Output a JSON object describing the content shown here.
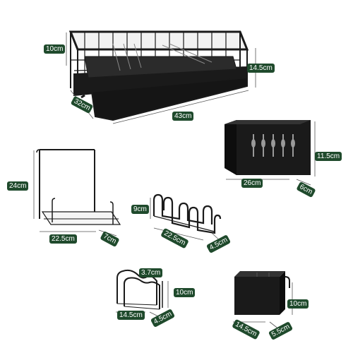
{
  "colors": {
    "label_bg": "#1f4a2c",
    "label_text": "#ffffff",
    "product": "#1a1a1a",
    "dimension_line": "#555555"
  },
  "main_rack": {
    "height": "10cm",
    "total_height": "14.5cm",
    "depth": "32cm",
    "width": "43cm"
  },
  "cutlery_holder": {
    "height": "11.5cm",
    "width": "26cm",
    "depth": "6cm"
  },
  "board_rack": {
    "height": "24cm",
    "width": "22.5cm",
    "depth": "7cm"
  },
  "plate_rack": {
    "height": "9cm",
    "width": "22.5cm",
    "depth": "4.5cm"
  },
  "lid_holder": {
    "top": "3.7cm",
    "height": "10cm",
    "width": "14.5cm",
    "depth": "4.5cm"
  },
  "cup_holder": {
    "height": "10cm",
    "width": "14.5cm",
    "depth": "5.5cm"
  }
}
